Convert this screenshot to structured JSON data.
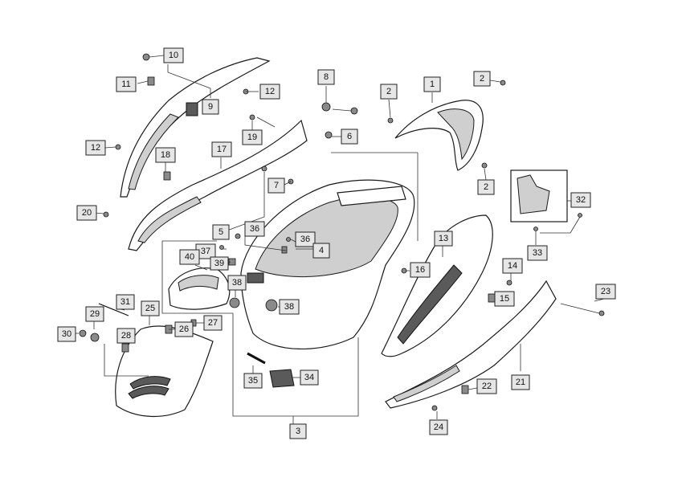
{
  "labels": {
    "l1": "1",
    "l2a": "2",
    "l2b": "2",
    "l2c": "2",
    "l3": "3",
    "l4": "4",
    "l5": "5",
    "l6": "6",
    "l7": "7",
    "l8": "8",
    "l9": "9",
    "l10": "10",
    "l11": "11",
    "l12a": "12",
    "l12b": "12",
    "l13": "13",
    "l14": "14",
    "l15": "15",
    "l16": "16",
    "l17": "17",
    "l18": "18",
    "l19": "19",
    "l20": "20",
    "l21": "21",
    "l22": "22",
    "l23": "23",
    "l24": "24",
    "l25": "25",
    "l26": "26",
    "l27": "27",
    "l28": "28",
    "l29": "29",
    "l30": "30",
    "l31": "31",
    "l32": "32",
    "l33": "33",
    "l34": "34",
    "l35": "35",
    "l36a": "36",
    "l36b": "36",
    "l37": "37",
    "l38a": "38",
    "l38b": "38",
    "l39": "39",
    "l40": "40"
  },
  "colors": {
    "label_fill": "#e6e6e6",
    "line": "#222222",
    "part_fill": "#ffffff",
    "part_shade": "#cfcfcf",
    "part_dark": "#5a5a5a"
  }
}
